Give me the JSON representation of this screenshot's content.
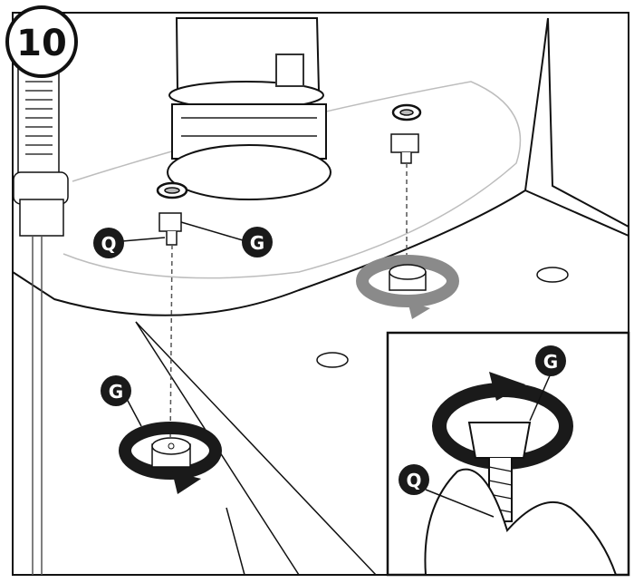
{
  "step": {
    "number": "10"
  },
  "callouts": {
    "q_left": "Q",
    "g_left": "G",
    "g_bottom": "G",
    "g_inset": "G",
    "q_inset": "Q"
  },
  "colors": {
    "ink": "#111111",
    "light_line": "#bdbdbd",
    "grey_arrow": "#8a8a8a",
    "black_arrow": "#1a1a1a",
    "callout_fill": "#1a1a1a"
  }
}
